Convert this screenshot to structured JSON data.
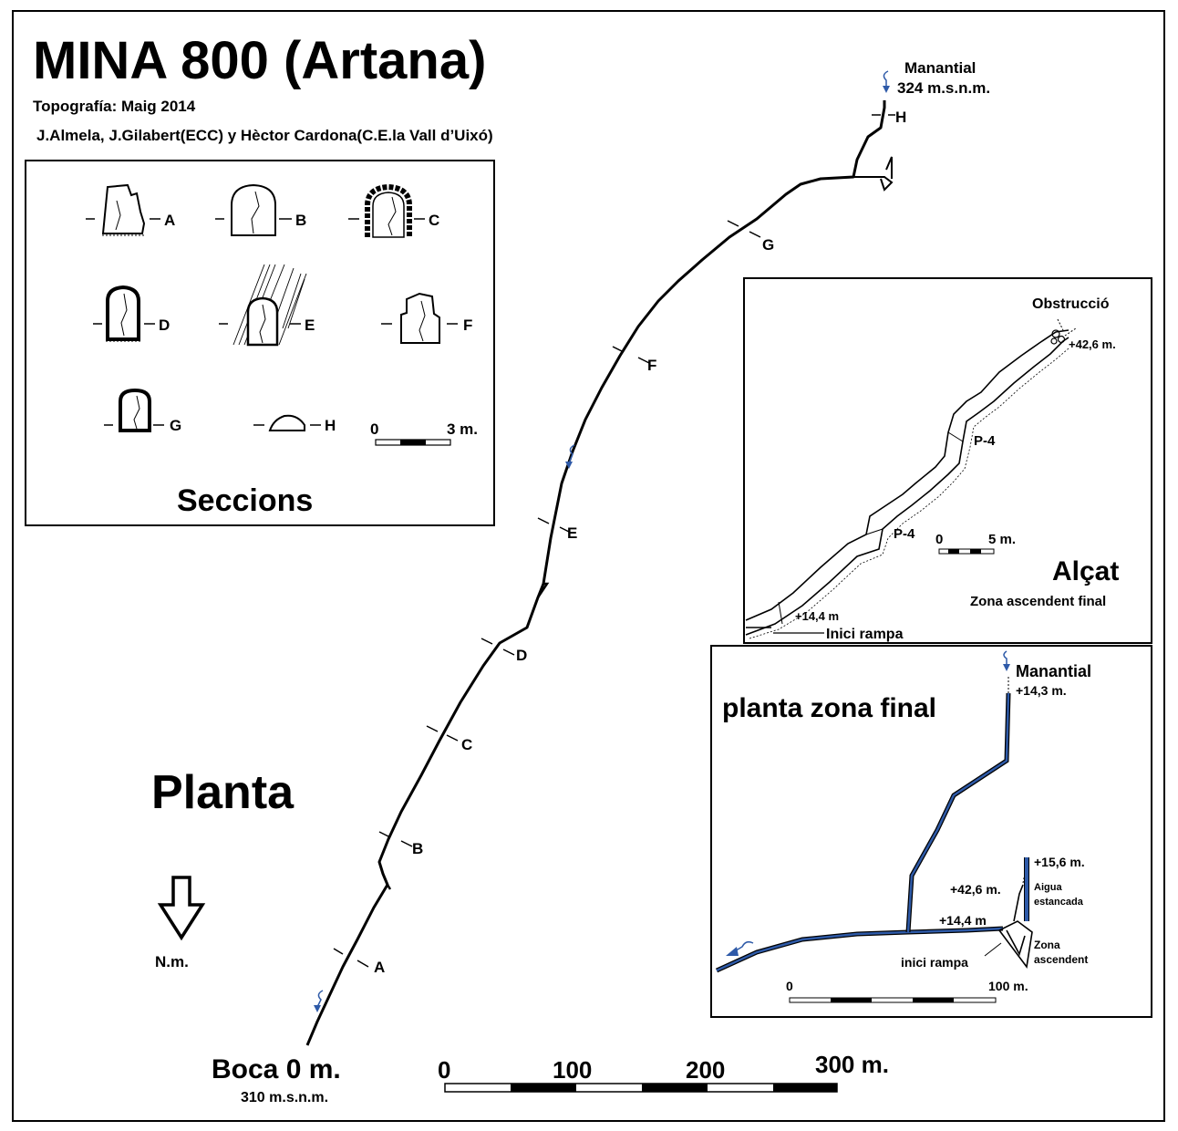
{
  "title": "MINA 800 (Artana)",
  "subtitle": "Topografía: Maig 2014",
  "authors": "J.Almela, J.Gilabert(ECC) y Hèctor Cardona(C.E.la Vall d’Uixó)",
  "main_plan": {
    "label": "Planta",
    "north_label": "N.m.",
    "entrance_label": "Boca 0 m.",
    "entrance_altitude": "310 m.s.n.m.",
    "spring_label": "Manantial",
    "spring_altitude": "324 m.s.n.m.",
    "section_marks": [
      "A",
      "B",
      "C",
      "D",
      "E",
      "F",
      "G",
      "H"
    ],
    "scale_labels": [
      "0",
      "100",
      "200",
      "300 m."
    ]
  },
  "sections_panel": {
    "title": "Seccions",
    "labels": [
      "A",
      "B",
      "C",
      "D",
      "E",
      "F",
      "G",
      "H"
    ],
    "scale_labels": [
      "0",
      "3 m."
    ]
  },
  "elevation_panel": {
    "title": "Alçat",
    "subtitle": "Zona ascendent final",
    "obstruction": "Obstrucció",
    "top_height": "+42,6 m.",
    "pitch_upper": "P-4",
    "pitch_lower": "P-4",
    "ramp_height": "+14,4 m",
    "ramp_label": "Inici rampa",
    "scale_labels": [
      "0",
      "5 m."
    ]
  },
  "final_plan_panel": {
    "title": "planta zona final",
    "spring_label": "Manantial",
    "spring_height": "+14,3 m.",
    "height_a": "+15,6 m.",
    "height_b": "+42,6 m.",
    "height_c": "+14,4 m",
    "water_line1": "Aigua",
    "water_line2": "estancada",
    "ascent_line1": "Zona",
    "ascent_line2": "ascendent",
    "ramp_label": "inici rampa",
    "scale_labels": [
      "0",
      "100 m."
    ]
  }
}
